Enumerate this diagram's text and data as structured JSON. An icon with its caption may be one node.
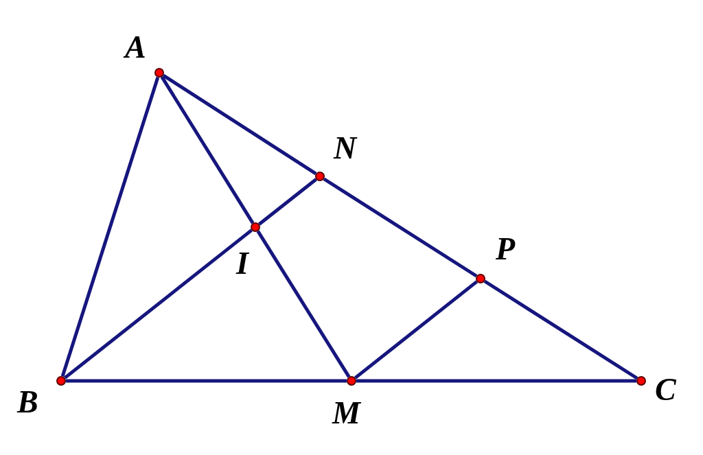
{
  "diagram": {
    "nodes": [
      {
        "text": [],
        "shape": "circle",
        "beside": [
          "A"
        ]
      },
      {
        "text": [],
        "shape": "circle",
        "beside": [
          "N"
        ]
      },
      {
        "text": [],
        "shape": "circle",
        "beside": [
          "I"
        ]
      },
      {
        "text": [],
        "shape": "circle",
        "beside": [
          "P"
        ]
      },
      {
        "text": [],
        "shape": "circle",
        "beside": [
          "B"
        ]
      },
      {
        "text": [],
        "shape": "circle",
        "beside": [
          "M"
        ]
      },
      {
        "text": [],
        "shape": "circle",
        "beside": [
          "C"
        ]
      }
    ],
    "edges": [
      {
        "from": 0,
        "to": 4,
        "arrow": "none"
      },
      {
        "from": 0,
        "to": 1,
        "arrow": "none"
      },
      {
        "from": 1,
        "to": 3,
        "arrow": "none"
      },
      {
        "from": 3,
        "to": 6,
        "arrow": "none"
      },
      {
        "from": 4,
        "to": 5,
        "arrow": "none"
      },
      {
        "from": 5,
        "to": 6,
        "arrow": "none"
      },
      {
        "from": 0,
        "to": 2,
        "arrow": "none"
      },
      {
        "from": 2,
        "to": 5,
        "arrow": "none"
      },
      {
        "from": 4,
        "to": 2,
        "arrow": "none"
      },
      {
        "from": 2,
        "to": 1,
        "arrow": "none"
      },
      {
        "from": 5,
        "to": 3,
        "arrow": "none"
      }
    ]
  }
}
